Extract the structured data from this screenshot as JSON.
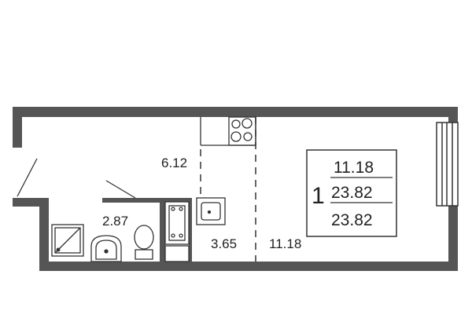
{
  "rooms": {
    "hall": "6.12",
    "bathroom": "2.87",
    "kitchen": "3.65",
    "living": "11.18"
  },
  "summary": {
    "room_count": "1",
    "living_area": "11.18",
    "total_area": "23.82",
    "total_area_with_balcony": "23.82"
  },
  "colors": {
    "wall": "#555555",
    "line": "#333333",
    "background": "#ffffff"
  }
}
